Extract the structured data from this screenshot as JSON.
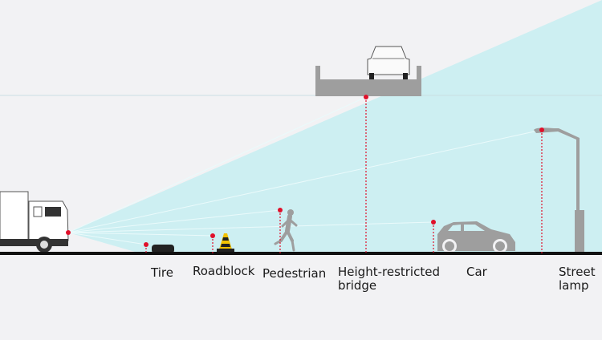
{
  "labels": {
    "tire": "Tire",
    "roadblock": "Roadblock",
    "pedestrian": "Pedestrian",
    "bridge_line1": "Height-restricted",
    "bridge_line2": "bridge",
    "car": "Car",
    "lamp_line1": "Street",
    "lamp_line2": "lamp"
  },
  "colors": {
    "background": "#f2f2f4",
    "beam": "#cdeff2",
    "marker": "#e0102a",
    "object_gray": "#9e9e9e",
    "road": "#111111"
  }
}
